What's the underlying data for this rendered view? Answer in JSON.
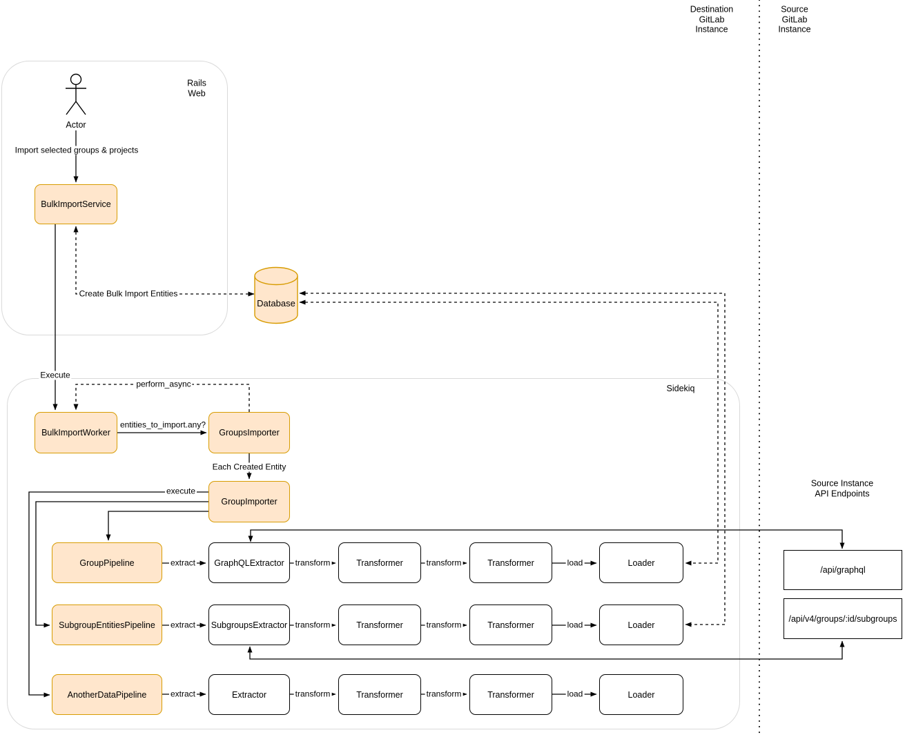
{
  "header": {
    "destination_instance": "Destination\nGitLab\nInstance",
    "source_instance": "Source\nGitLab\nInstance"
  },
  "containers": {
    "rails_web": "Rails\nWeb",
    "sidekiq": "Sidekiq"
  },
  "nodes": {
    "actor": "Actor",
    "bulk_import_service": "BulkImportService",
    "database": "Database",
    "bulk_import_worker": "BulkImportWorker",
    "groups_importer": "GroupsImporter",
    "group_importer": "GroupImporter",
    "group_pipeline": "GroupPipeline",
    "subgroup_entities_pipeline": "SubgroupEntitiesPipeline",
    "another_data_pipeline": "AnotherDataPipeline",
    "graphql_extractor": "GraphQLExtractor",
    "subgroups_extractor": "SubgroupsExtractor",
    "extractor": "Extractor",
    "transformer": "Transformer",
    "loader": "Loader",
    "api_graphql_endpoint": "/api/graphql",
    "api_subgroups_endpoint": "/api/v4/groups/:id/subgroups"
  },
  "edge_labels": {
    "import_selected": "Import selected groups & projects",
    "create_bulk_import_entities": "Create Bulk Import Entities",
    "execute_worker": "Execute",
    "perform_async": "perform_async",
    "entities_to_import_any": "entities_to_import.any?",
    "each_created_entity": "Each Created Entity",
    "execute_pipeline": "execute",
    "extract": "extract",
    "transform": "transform",
    "load": "load"
  },
  "labels": {
    "api_endpoints_title": "Source Instance API Endpoints"
  },
  "colors": {
    "node_fill_orange": "#ffe6cc",
    "node_border_orange": "#d79b00",
    "node_fill_white": "#ffffff",
    "node_border_black": "#000000",
    "container_border": "#d9d9d9",
    "connector": "#000000"
  }
}
